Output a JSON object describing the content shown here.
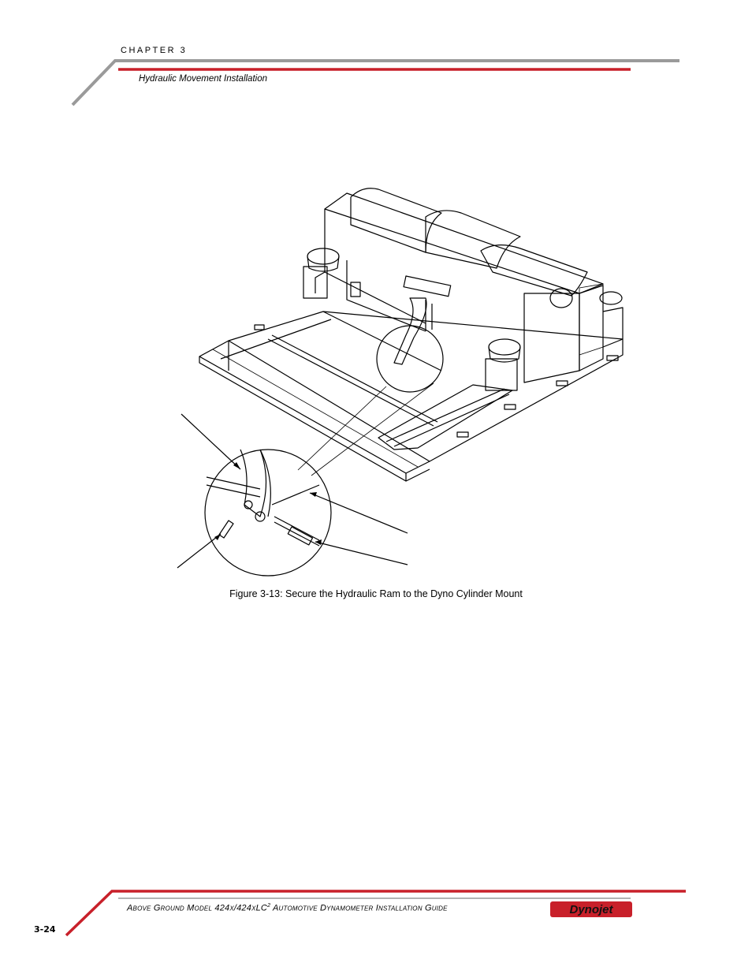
{
  "header": {
    "chapter": "CHAPTER 3",
    "section": "Hydraulic Movement Installation"
  },
  "figure": {
    "caption": "Figure 3-13: Secure the Hydraulic Ram to the Dyno Cylinder Mount"
  },
  "footer": {
    "title_main": "Above Ground Model 424x/424xLC",
    "title_sup": "2",
    "title_rest": " Automotive Dynamometer Installation Guide",
    "page_number": "3-24",
    "logo_text": "Dynojet"
  },
  "colors": {
    "accent_red": "#c8202a",
    "rule_gray": "#9a9a9a"
  }
}
